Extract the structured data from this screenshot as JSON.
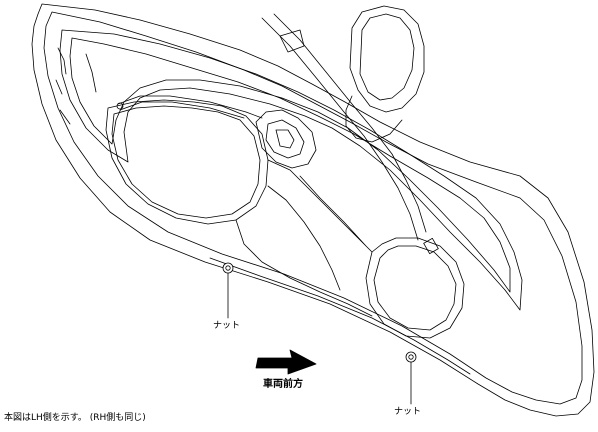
{
  "labels": {
    "nut_left": "ナット",
    "nut_right": "ナット",
    "vehicle_front": "車両前方",
    "caption": "本図はLH側を示す。 (RH側も同じ)"
  },
  "icons": {
    "direction_arrow": "arrow-right-icon",
    "fastener": "nut-icon"
  },
  "colors": {
    "line": "#000000",
    "background": "#ffffff"
  }
}
